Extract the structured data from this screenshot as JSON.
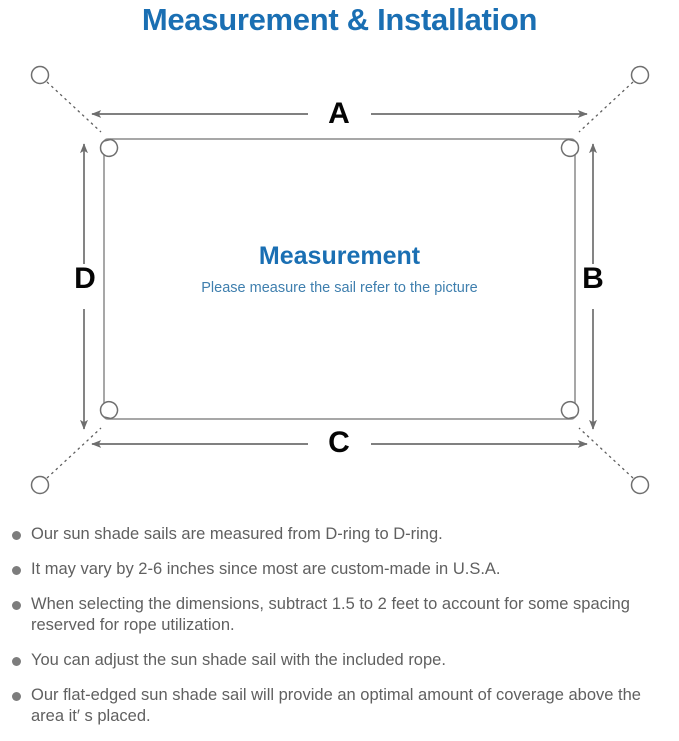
{
  "page": {
    "title": "Measurement & Installation",
    "title_color": "#1a6fb3",
    "background": "#ffffff"
  },
  "diagram": {
    "name": "sun-shade-sail-measurement-diagram",
    "inner_title": "Measurement",
    "inner_subtitle": "Please measure the sail refer to the picture",
    "inner_title_color": "#1a6fb3",
    "inner_subtitle_color": "#3f7fae",
    "outline_color": "#8a8a8a",
    "arrow_color": "#6e6e6e",
    "dimension_labels": {
      "top": "A",
      "right": "B",
      "bottom": "C",
      "left": "D"
    },
    "anchor_points": [
      "top-left-anchor-ring",
      "top-right-anchor-ring",
      "bottom-left-anchor-ring",
      "bottom-right-anchor-ring"
    ],
    "corner_hardware": "d-ring"
  },
  "notes": {
    "bullet_color": "#7d7d7d",
    "text_color": "#606060",
    "items": [
      "Our sun shade sails are measured from D-ring to D-ring.",
      "It may vary by 2-6 inches since most are custom-made in U.S.A.",
      "When selecting the dimensions, subtract 1.5 to 2 feet to account for some spacing reserved for rope utilization.",
      "You can adjust the sun shade sail with the included rope.",
      "Our flat-edged sun shade sail will provide an optimal amount of coverage above the area it′ s placed."
    ]
  }
}
